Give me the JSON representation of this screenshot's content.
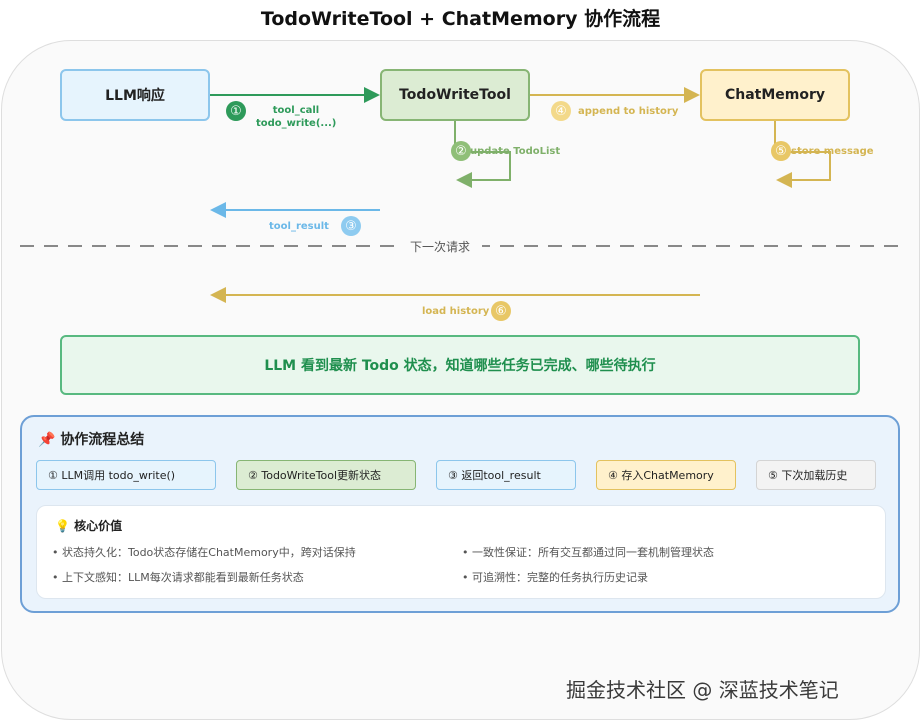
{
  "title": "TodoWriteTool + ChatMemory 协作流程",
  "nodes": {
    "llm": "LLM响应",
    "todo": "TodoWriteTool",
    "memory": "ChatMemory"
  },
  "steps": {
    "s1": {
      "num": "①",
      "label_line1": "tool_call",
      "label_line2": "todo_write(...)"
    },
    "s2": {
      "num": "②",
      "label": "update TodoList"
    },
    "s3": {
      "num": "③",
      "label": "tool_result"
    },
    "s4": {
      "num": "④",
      "label": "append to history"
    },
    "s5": {
      "num": "⑤",
      "label": "store message"
    },
    "s6": {
      "num": "⑥",
      "label": "load history"
    }
  },
  "divider_label": "下一次请求",
  "result_text": "LLM 看到最新 Todo 状态，知道哪些任务已完成、哪些待执行",
  "summary": {
    "icon": "📌",
    "title": "协作流程总结",
    "flow": [
      {
        "text": "① LLM调用 todo_write()"
      },
      {
        "text": "② TodoWriteTool更新状态"
      },
      {
        "text": "③ 返回tool_result"
      },
      {
        "text": "④ 存入ChatMemory"
      },
      {
        "text": "⑤ 下次加载历史"
      }
    ],
    "values_icon": "💡",
    "values_title": "核心价值",
    "values": [
      "• 状态持久化：Todo状态存储在ChatMemory中，跨对话保持",
      "• 一致性保证：所有交互都通过同一套机制管理状态",
      "• 上下文感知：LLM每次请求都能看到最新任务状态",
      "• 可追溯性：完整的任务执行历史记录"
    ]
  },
  "watermark": "掘金技术社区 @ 深蓝技术笔记",
  "colors": {
    "green_dark": "#2e9a5a",
    "green_light": "#7fb06a",
    "blue": "#6bb8e8",
    "gold": "#d4b552"
  }
}
